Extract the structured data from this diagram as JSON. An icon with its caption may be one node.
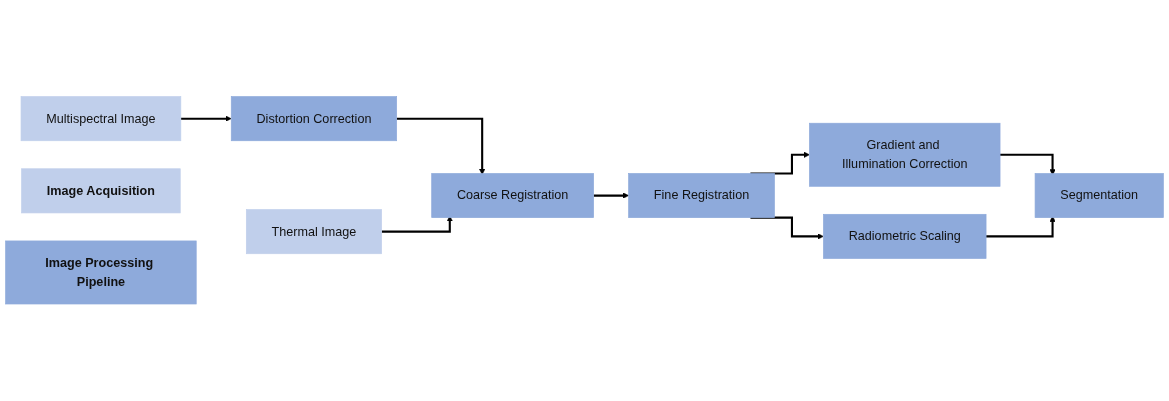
{
  "diagram": {
    "nodes": [
      {
        "text": [
          "Multispectral Image"
        ]
      },
      {
        "text": [
          "Distortion Correction"
        ]
      },
      {
        "text": [
          "Coarse Registration"
        ]
      },
      {
        "text": [
          "Thermal Image"
        ]
      },
      {
        "text": [
          "Fine Registration"
        ]
      },
      {
        "text": [
          "Gradient and Illumination Correction"
        ]
      },
      {
        "text": [
          "Radiometric Scaling"
        ]
      },
      {
        "text": [
          "Segmentation"
        ]
      },
      {
        "text": [
          "Image Acquisition"
        ]
      },
      {
        "text": [
          "Image Processing Pipeline"
        ]
      }
    ],
    "edges": [
      {
        "from": 0,
        "to": 1,
        "arrow": "to"
      },
      {
        "from": 1,
        "to": 2,
        "arrow": "to"
      },
      {
        "from": 3,
        "to": 2,
        "arrow": "to"
      },
      {
        "from": 2,
        "to": 4,
        "arrow": "to"
      },
      {
        "from": 4,
        "to": 5,
        "arrow": "to"
      },
      {
        "from": 4,
        "to": 6,
        "arrow": "to"
      },
      {
        "from": 5,
        "to": 7,
        "arrow": "to"
      },
      {
        "from": 6,
        "to": 7,
        "arrow": "to"
      }
    ]
  }
}
